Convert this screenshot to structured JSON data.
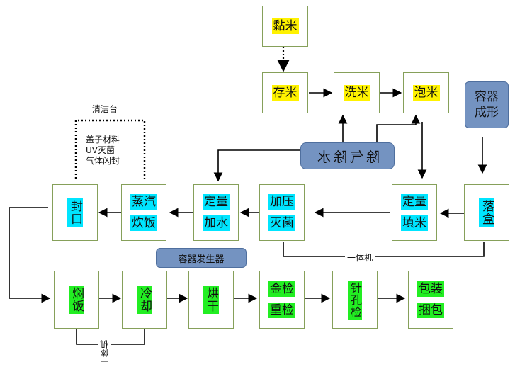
{
  "nodes": {
    "zhanmi": "黏米",
    "cunmi": "存米",
    "ximi": "洗米",
    "paomi": "泡米",
    "rongqi_chengxing": "容器成形",
    "luohe": "落盒",
    "dingliang_tianmi_1": "定量",
    "dingliang_tianmi_2": "填米",
    "jiaya_1": "加压",
    "jiaya_2": "灭菌",
    "dingliang_jiashui_1": "定量",
    "dingliang_jiashui_2": "加水",
    "zhengqi_1": "蒸汽",
    "zhengqi_2": "炊饭",
    "fengkou": "封口",
    "menfan": "焖饭",
    "lengque": "冷却",
    "honggan": "烘干",
    "jinjian_1": "金检",
    "jinjian_2": "重检",
    "zhenkongjian": "针孔检",
    "baozhuang_1": "包装",
    "baozhuang_2": "捆包"
  },
  "blue_boxes": {
    "chuqi_chushui": "除气除水",
    "rongqi_fashengqi": "容器发生器"
  },
  "labels": {
    "qingjietai": "清洁台",
    "gaizi_1": "盖子材料",
    "gaizi_2": "UV灭菌",
    "gaizi_3": "气体闪封",
    "yitiji_1": "一体机",
    "yitiji_2": "一体机"
  }
}
